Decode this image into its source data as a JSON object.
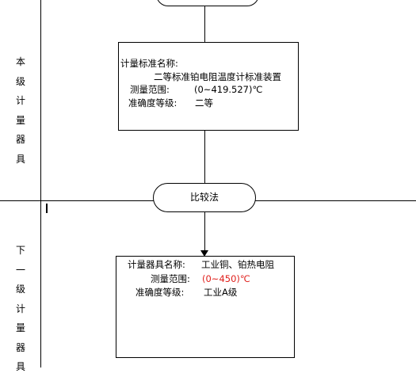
{
  "side_labels": {
    "upper": "本\n级\n计\n量\n器\n具",
    "lower": "下\n一\n级\n计\n量\n器\n具"
  },
  "standard_box": {
    "title": "计量标准名称:",
    "name": "二等标准铂电阻温度计标准装置",
    "range_label": "测量范围:",
    "range_value": "(0~419.527)℃",
    "accuracy_label": "准确度等级:",
    "accuracy_value": "二等"
  },
  "method": {
    "label": "比较法"
  },
  "instrument_box": {
    "title_label": "计量器具名称:",
    "title_value": "工业铜、铂热电阻",
    "range_label": "测量范围:",
    "range_value": "(0~450)℃",
    "accuracy_label": "准确度等级:",
    "accuracy_value": "工业A级"
  },
  "colors": {
    "line": "#000000",
    "highlight": "#e0201c"
  }
}
